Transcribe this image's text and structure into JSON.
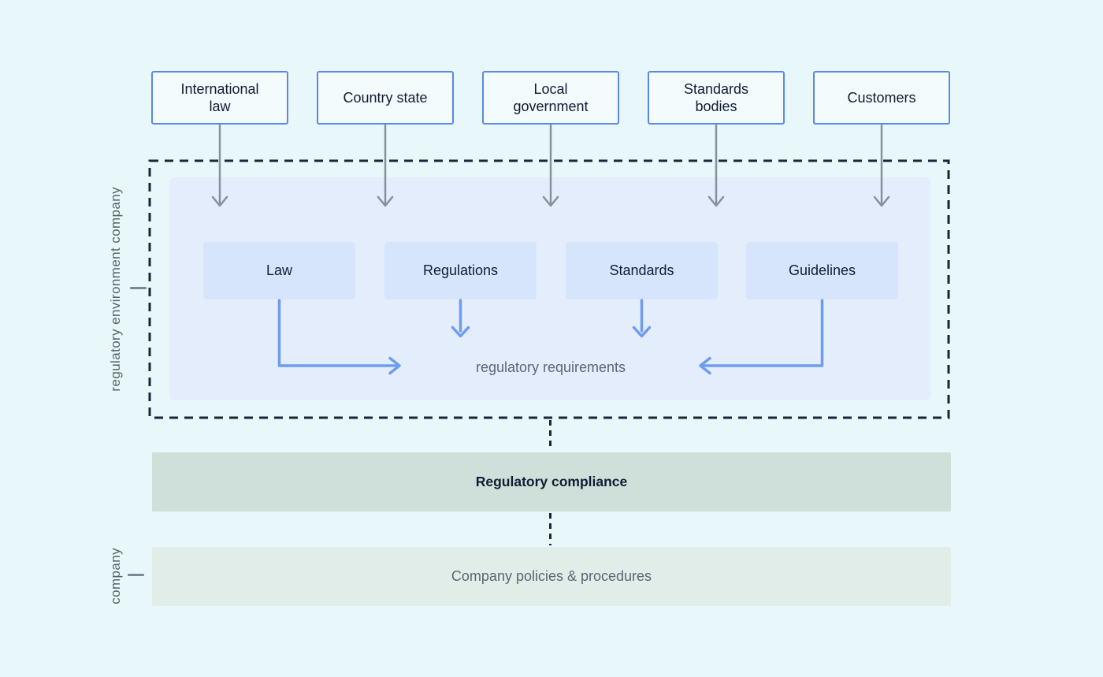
{
  "diagram": {
    "title_semantic": "regulatory compliance flow diagram",
    "external_sources": [
      {
        "label": "International law"
      },
      {
        "label": "Country state"
      },
      {
        "label": "Local government"
      },
      {
        "label": "Standards bodies"
      },
      {
        "label": "Customers"
      }
    ],
    "regulatory_environment": {
      "frame_label": "regulatory environment company",
      "instruments": [
        {
          "label": "Law"
        },
        {
          "label": "Regulations"
        },
        {
          "label": "Standards"
        },
        {
          "label": "Guidelines"
        }
      ],
      "requirements_label": "regulatory requirements"
    },
    "compliance_band": {
      "label": "Regulatory compliance"
    },
    "company": {
      "frame_label": "company",
      "policies_band": {
        "label": "Company policies & procedures"
      }
    },
    "colors": {
      "background": "#e8f8fa",
      "source_box_border": "#5b87e8",
      "source_box_fill": "#f3fbfd",
      "panel_fill": "#e4edfc",
      "instrument_fill": "#d7e5fc",
      "blue_arrow": "#6d9cf0",
      "gray_arrow": "#87909b",
      "dashed_line": "#1a2537",
      "dark_text": "#101c33",
      "muted_text": "#5b6673",
      "compliance_band_fill": "#cfe0da",
      "policies_band_fill": "#e0ede8"
    }
  }
}
